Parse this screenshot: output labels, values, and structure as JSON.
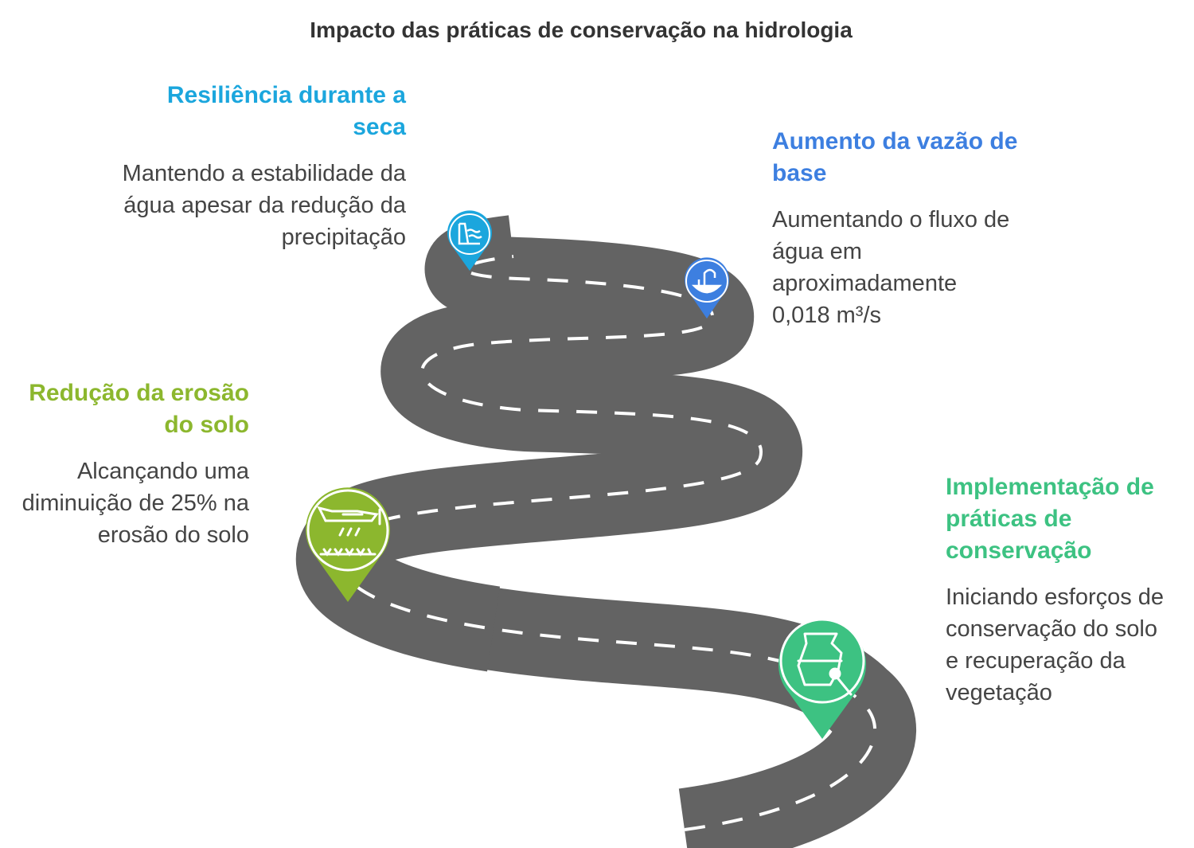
{
  "title": "Impacto das práticas de conservação na hidrologia",
  "milestones": [
    {
      "id": "seca",
      "heading": "Resiliência durante a seca",
      "description": "Mantendo a estabilidade da água apesar da redução da precipitação",
      "color": "#1ba6dd",
      "icon": "dam-water-icon"
    },
    {
      "id": "vazao",
      "heading": "Aumento da vazão de base",
      "description": "Aumentando o fluxo de água em aproximadamente 0,018 m³/s",
      "color": "#3d7fe0",
      "icon": "water-fountain-icon"
    },
    {
      "id": "erosao",
      "heading": "Redução da erosão do solo",
      "description": "Alcançando uma diminuição de 25% na erosão do solo",
      "color": "#8cb72e",
      "icon": "crop-duster-plane-icon"
    },
    {
      "id": "conservacao",
      "heading": "Implementação de práticas de conservação",
      "description": "Iniciando esforços de conservação do solo e recuperação da vegetação",
      "color": "#3dc282",
      "icon": "planting-pot-icon"
    }
  ],
  "road_color": "#636363"
}
